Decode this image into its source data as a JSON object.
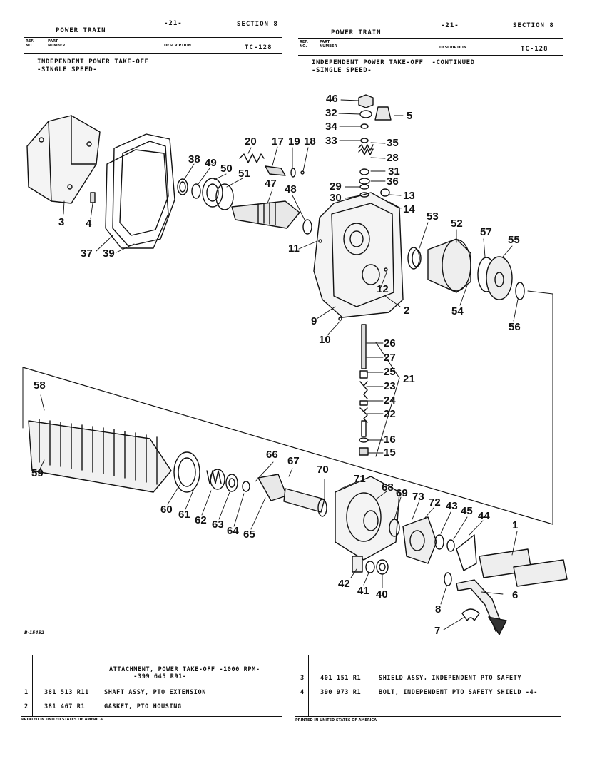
{
  "left_header": {
    "title": "POWER TRAIN",
    "page": "-21-",
    "section": "SECTION 8",
    "col_ref": "REF.\nNO.",
    "col_part": "PART\nNUMBER",
    "col_desc": "DESCRIPTION",
    "code": "TC-128",
    "subtitle": "INDEPENDENT POWER TAKE-OFF\n-SINGLE SPEED-"
  },
  "right_header": {
    "title": "POWER TRAIN",
    "page": "-21-",
    "section": "SECTION 8",
    "col_ref": "REF.\nNO.",
    "col_part": "PART\nNUMBER",
    "col_desc": "DESCRIPTION",
    "code": "TC-128",
    "subtitle": "INDEPENDENT POWER TAKE-OFF  -CONTINUED\n-SINGLE SPEED-"
  },
  "figure_id": "B-15452",
  "callouts": [
    "46",
    "32",
    "34",
    "33",
    "5",
    "35",
    "28",
    "31",
    "36",
    "29",
    "30",
    "13",
    "14",
    "20",
    "17",
    "19",
    "18",
    "38",
    "49",
    "50",
    "51",
    "47",
    "48",
    "3",
    "4",
    "37",
    "39",
    "11",
    "53",
    "52",
    "57",
    "55",
    "54",
    "56",
    "12",
    "2",
    "9",
    "10",
    "26",
    "27",
    "25",
    "21",
    "23",
    "24",
    "22",
    "16",
    "15",
    "58",
    "59",
    "66",
    "67",
    "70",
    "71",
    "68",
    "69",
    "73",
    "72",
    "43",
    "45",
    "44",
    "1",
    "60",
    "61",
    "62",
    "63",
    "64",
    "65",
    "42",
    "41",
    "40",
    "6",
    "8",
    "7"
  ],
  "parts_left": {
    "group_title": "ATTACHMENT, POWER TAKE-OFF -1000 RPM-\n      -399 645 R91-",
    "rows": [
      {
        "ref": "1",
        "part": "381 513 R11",
        "desc": "SHAFT ASSY, PTO EXTENSION"
      },
      {
        "ref": "2",
        "part": "381 467 R1",
        "desc": "GASKET, PTO HOUSING"
      }
    ]
  },
  "parts_right": {
    "rows": [
      {
        "ref": "3",
        "part": "401 151 R1",
        "desc": "SHIELD ASSY, INDEPENDENT PTO SAFETY"
      },
      {
        "ref": "4",
        "part": "390 973 R1",
        "desc": "BOLT, INDEPENDENT PTO SAFETY SHIELD -4-"
      }
    ]
  },
  "footer_left": "PRINTED IN UNITED STATES OF AMERICA",
  "footer_right": "PRINTED IN UNITED STATES OF AMERICA"
}
